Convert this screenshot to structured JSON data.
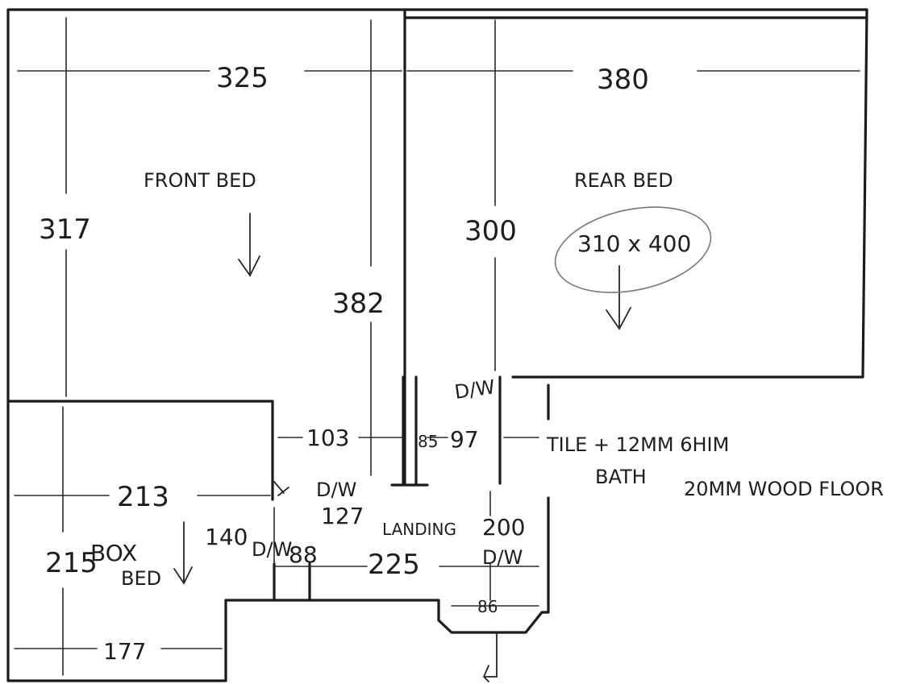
{
  "rooms": {
    "front_bed": {
      "label": "FRONT BED",
      "width": "325",
      "height": "317"
    },
    "rear_bed": {
      "label": "REAR BED",
      "width": "380",
      "height": "300",
      "note": "310 x 400"
    },
    "box_bed": {
      "label_line1": "BOX",
      "label_line2": "BED",
      "width_top": "213",
      "height": "215",
      "width_bottom": "177"
    },
    "landing": {
      "label": "LANDING",
      "width": "225"
    },
    "bathroom": {
      "label": "BATH",
      "note": "TILE + 12MM 6HIM"
    }
  },
  "dimensions": {
    "d382": "382",
    "d103": "103",
    "d97": "97",
    "d85": "85",
    "d127": "127",
    "d140": "140",
    "d88": "88",
    "d200": "200",
    "d86": "86"
  },
  "door_labels": {
    "di_rear": "D/W",
    "di_landing": "D/W",
    "di_box": "D/W",
    "di_bath": "D/W"
  },
  "floor_note": "20MM WOOD FLOOR"
}
